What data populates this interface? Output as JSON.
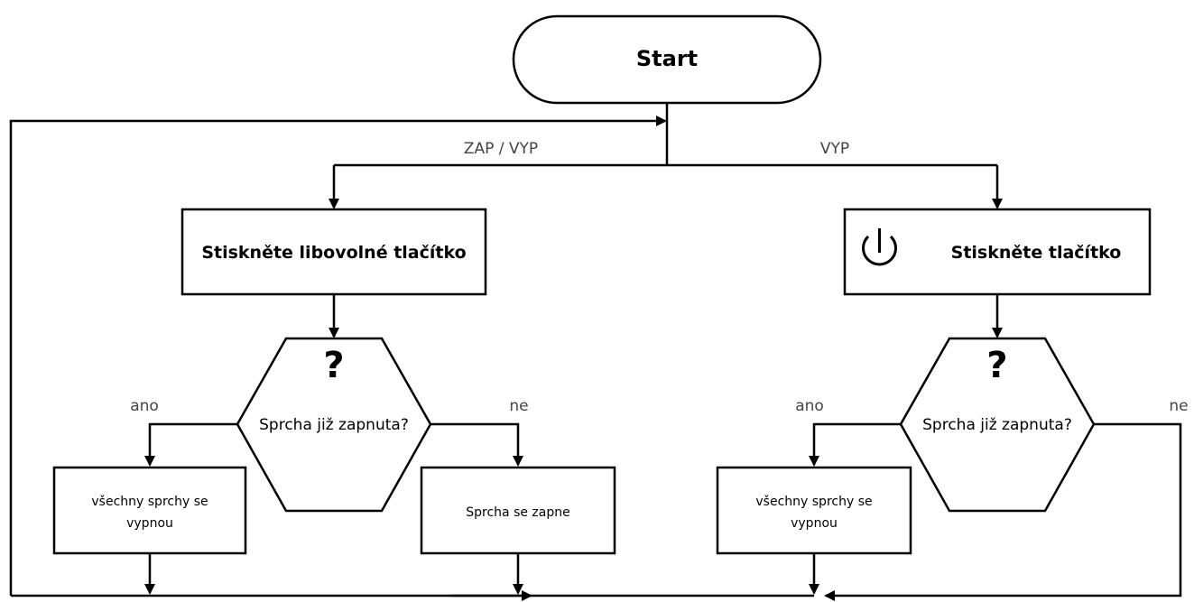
{
  "start": {
    "label": "Start"
  },
  "edges": {
    "left_label": "ZAP / VYP",
    "right_label": "VYP"
  },
  "left": {
    "action": "Stiskněte libovolné tlačítko",
    "decision": {
      "mark": "?",
      "question": "Sprcha již zapnuta?"
    },
    "yes_label": "ano",
    "no_label": "ne",
    "yes_box": [
      "všechny sprchy se",
      "vypnou"
    ],
    "no_box": "Sprcha se zapne"
  },
  "right": {
    "action": "Stiskněte tlačítko",
    "action_icon": "power-icon",
    "decision": {
      "mark": "?",
      "question": "Sprcha již zapnuta?"
    },
    "yes_label": "ano",
    "no_label": "ne",
    "yes_box": [
      "všechny sprchy se",
      "vypnou"
    ]
  }
}
